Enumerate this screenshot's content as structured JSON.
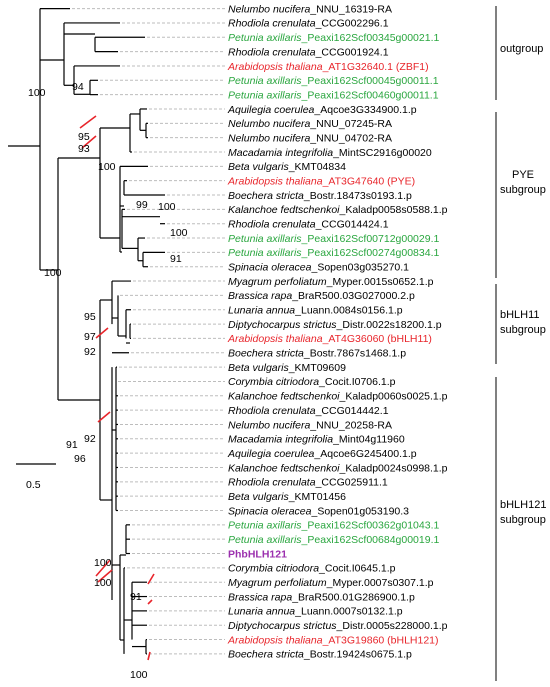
{
  "colors": {
    "black": "#000000",
    "red": "#e8252b",
    "green": "#2aa63f",
    "purple": "#9b2fae",
    "dash": "#bdbdbd"
  },
  "scale_bar": {
    "label": "0.5"
  },
  "groups": [
    {
      "name": "outgroup"
    },
    {
      "name": "PYE",
      "sub": "subgroup"
    },
    {
      "name": "bHLH11",
      "sub": "subgroup"
    },
    {
      "name": "bHLH121",
      "sub": "subgroup"
    }
  ],
  "bootstrap": [
    "100",
    "94",
    "95",
    "93",
    "100",
    "99",
    "100",
    "100",
    "91",
    "100",
    "95",
    "97",
    "92",
    "92",
    "91",
    "96",
    "100",
    "100",
    "91",
    "100"
  ],
  "leaves": [
    {
      "species": "Nelumbo nucifera",
      "id": "_NNU_16319-RA",
      "color": "black"
    },
    {
      "species": "Rhodiola crenulata",
      "id": "_CCG002296.1",
      "color": "black"
    },
    {
      "species": "Petunia axillaris",
      "id": "_Peaxi162Scf00345g00021.1",
      "color": "green"
    },
    {
      "species": "Rhodiola crenulata",
      "id": "_CCG001924.1",
      "color": "black"
    },
    {
      "species": "Arabidopsis thaliana",
      "id": "_AT1G32640.1 (ZBF1)",
      "color": "red"
    },
    {
      "species": "Petunia axillaris",
      "id": "_Peaxi162Scf00045g00011.1",
      "color": "green"
    },
    {
      "species": "Petunia axillaris",
      "id": "_Peaxi162Scf00460g00011.1",
      "color": "green"
    },
    {
      "species": "Aquilegia coerulea",
      "id": "_Aqcoe3G334900.1.p",
      "color": "black"
    },
    {
      "species": "Nelumbo nucifera",
      "id": "_NNU_07245-RA",
      "color": "black"
    },
    {
      "species": "Nelumbo nucifera",
      "id": "_NNU_04702-RA",
      "color": "black"
    },
    {
      "species": "Macadamia integrifolia",
      "id": "_MintSC2916g00020",
      "color": "black"
    },
    {
      "species": "Beta vulgaris",
      "id": "_KMT04834",
      "color": "black"
    },
    {
      "species": "Arabidopsis thaliana",
      "id": "_AT3G47640 (PYE)",
      "color": "red"
    },
    {
      "species": "Boechera stricta",
      "id": "_Bostr.18473s0193.1.p",
      "color": "black"
    },
    {
      "species": "Kalanchoe fedtschenkoi",
      "id": "_Kaladp0058s0588.1.p",
      "color": "black"
    },
    {
      "species": "Rhodiola crenulata",
      "id": "_CCG014424.1",
      "color": "black"
    },
    {
      "species": "Petunia axillaris",
      "id": "_Peaxi162Scf00712g00029.1",
      "color": "green"
    },
    {
      "species": "Petunia axillaris",
      "id": "_Peaxi162Scf00274g00834.1",
      "color": "green"
    },
    {
      "species": "Spinacia oleracea",
      "id": "_Sopen03g035270.1",
      "color": "black"
    },
    {
      "species": "Myagrum perfoliatum",
      "id": "_Myper.0015s0652.1.p",
      "color": "black"
    },
    {
      "species": "Brassica rapa",
      "id": "_BraR500.03G027000.2.p",
      "color": "black"
    },
    {
      "species": "Lunaria annua",
      "id": "_Luann.0084s0156.1.p",
      "color": "black"
    },
    {
      "species": "Diptychocarpus strictus",
      "id": "_Distr.0022s18200.1.p",
      "color": "black"
    },
    {
      "species": "Arabidopsis thaliana",
      "id": "_AT4G36060 (bHLH11)",
      "color": "red"
    },
    {
      "species": "Boechera stricta",
      "id": "_Bostr.7867s1468.1.p",
      "color": "black"
    },
    {
      "species": "Beta vulgaris",
      "id": "_KMT09609",
      "color": "black"
    },
    {
      "species": "Corymbia citriodora",
      "id": "_Cocit.I0706.1.p",
      "color": "black"
    },
    {
      "species": "Kalanchoe fedtschenkoi",
      "id": "_Kaladp0060s0025.1.p",
      "color": "black"
    },
    {
      "species": "Rhodiola crenulata",
      "id": "_CCG014442.1",
      "color": "black"
    },
    {
      "species": "Nelumbo nucifera",
      "id": "_NNU_20258-RA",
      "color": "black"
    },
    {
      "species": "Macadamia integrifolia",
      "id": "_Mint04g11960",
      "color": "black"
    },
    {
      "species": "Aquilegia coerulea",
      "id": "_Aqcoe6G245400.1.p",
      "color": "black"
    },
    {
      "species": "Kalanchoe fedtschenkoi",
      "id": "_Kaladp0024s0998.1.p",
      "color": "black"
    },
    {
      "species": "Rhodiola crenulata",
      "id": "_CCG025911.1",
      "color": "black"
    },
    {
      "species": "Beta vulgaris",
      "id": "_KMT01456",
      "color": "black"
    },
    {
      "species": "Spinacia oleracea",
      "id": "_Sopen01g053190.3",
      "color": "black"
    },
    {
      "species": "Petunia axillaris",
      "id": "_Peaxi162Scf00362g01043.1",
      "color": "green"
    },
    {
      "species": "Petunia axillaris",
      "id": "_Peaxi162Scf00684g00019.1",
      "color": "green"
    },
    {
      "species": "PhbHLH121",
      "id": "",
      "color": "purple",
      "bold": true
    },
    {
      "species": "Corymbia citriodora",
      "id": "_Cocit.I0645.1.p",
      "color": "black"
    },
    {
      "species": "Myagrum perfoliatum",
      "id": "_Myper.0007s0307.1.p",
      "color": "black"
    },
    {
      "species": "Brassica rapa",
      "id": "_BraR500.01G286900.1.p",
      "color": "black"
    },
    {
      "species": "Lunaria annua",
      "id": "_Luann.0007s0132.1.p",
      "color": "black"
    },
    {
      "species": "Diptychocarpus strictus",
      "id": "_Distr.0005s228000.1.p",
      "color": "black"
    },
    {
      "species": "Arabidopsis thaliana",
      "id": "_AT3G19860 (bHLH121)",
      "color": "red"
    },
    {
      "species": "Boechera stricta",
      "id": "_Bostr.19424s0675.1.p",
      "color": "black"
    }
  ]
}
